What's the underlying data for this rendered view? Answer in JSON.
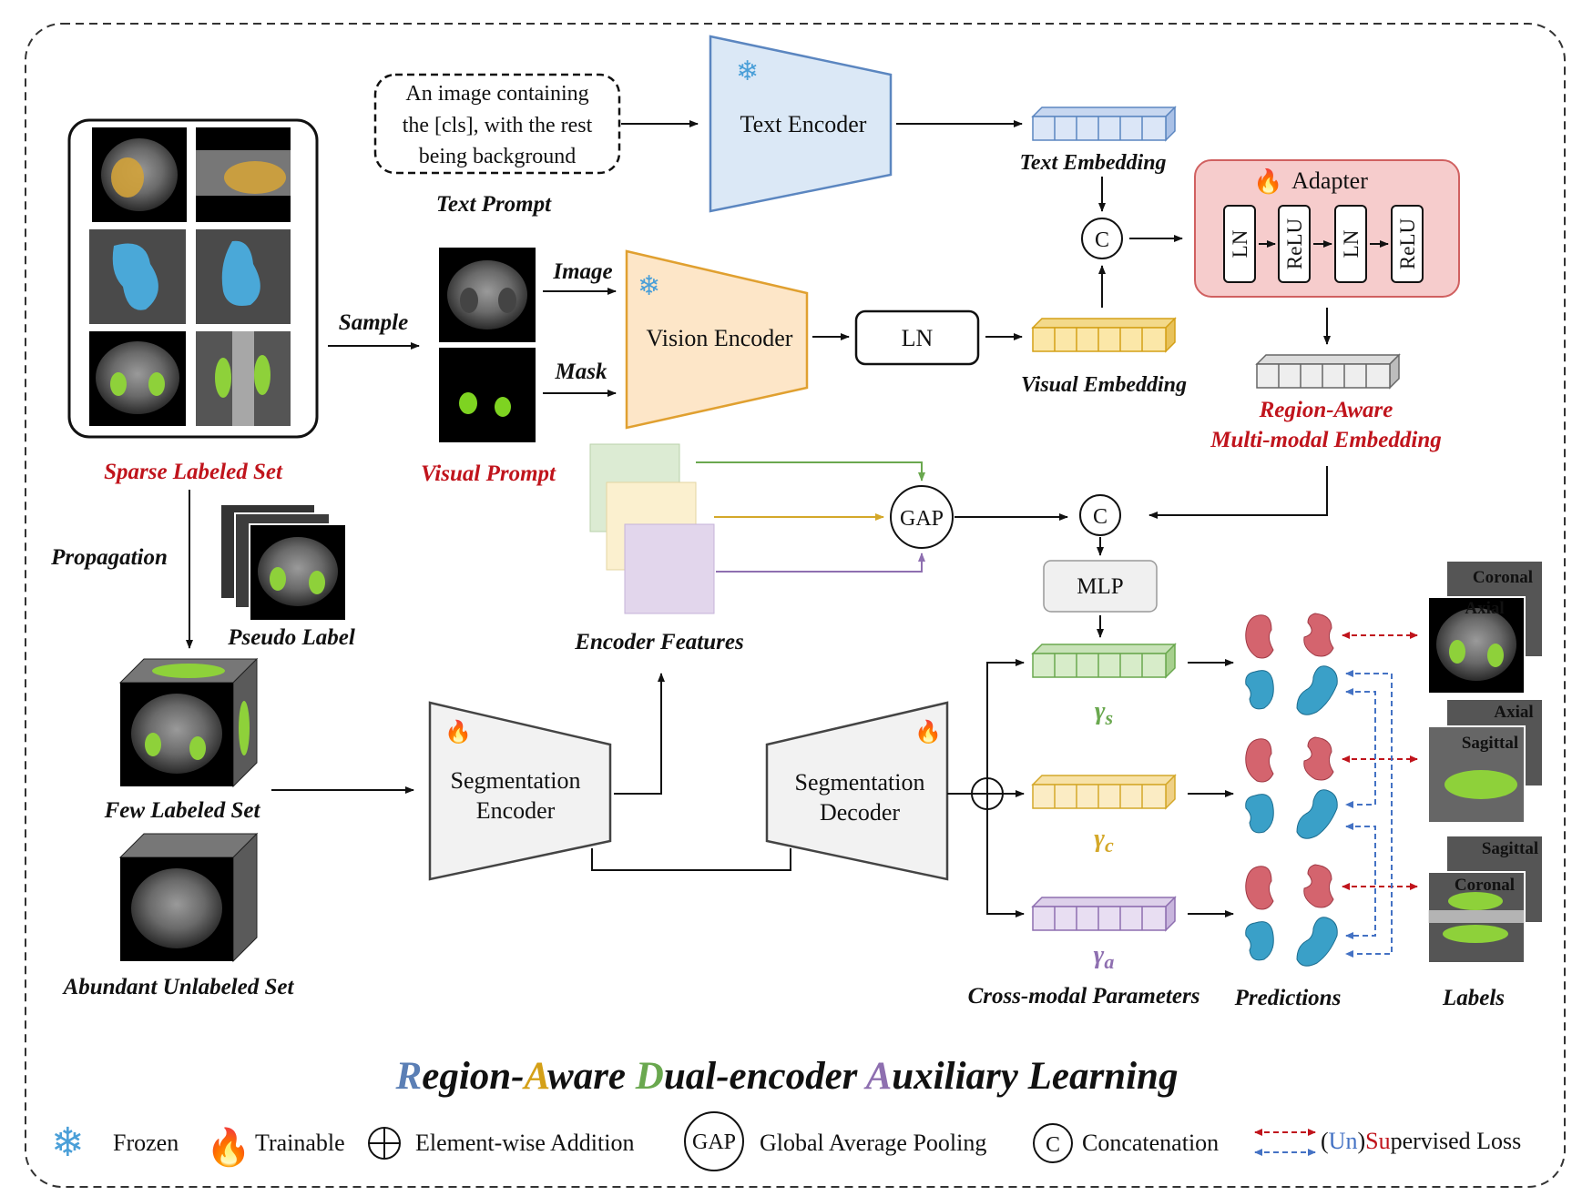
{
  "text_prompt": {
    "lines": [
      "An image containing",
      "the [cls], with the rest",
      "being background"
    ],
    "caption": "Text Prompt"
  },
  "text_encoder": "Text Encoder",
  "text_embedding": "Text Embedding",
  "adapter": {
    "title": "Adapter",
    "layers": [
      "LN",
      "ReLU",
      "LN",
      "ReLU"
    ]
  },
  "concat_symbol": "C",
  "region_aware_embedding": [
    "Region-Aware",
    "Multi-modal Embedding"
  ],
  "sparse_labeled_set": "Sparse Labeled Set",
  "sample": "Sample",
  "image": "Image",
  "mask": "Mask",
  "visual_prompt": "Visual Prompt",
  "vision_encoder": "Vision Encoder",
  "ln": "LN",
  "visual_embedding": "Visual Embedding",
  "gap": "GAP",
  "encoder_features": "Encoder Features",
  "mlp": "MLP",
  "propagation": "Propagation",
  "pseudo_label": "Pseudo Label",
  "few_labeled_set": "Few Labeled Set",
  "abundant_unlabeled_set": "Abundant Unlabeled Set",
  "segmentation_encoder": [
    "Segmentation",
    "Encoder"
  ],
  "segmentation_decoder": [
    "Segmentation",
    "Decoder"
  ],
  "params": [
    {
      "symbol": "γ",
      "sub": "s",
      "color": "#6aa84f"
    },
    {
      "symbol": "γ",
      "sub": "c",
      "color": "#d4a82a"
    },
    {
      "symbol": "γ",
      "sub": "a",
      "color": "#8e6fb0"
    }
  ],
  "cross_modal_parameters": "Cross-modal Parameters",
  "predictions": "Predictions",
  "labels": "Labels",
  "label_views": [
    [
      "Coronal",
      "Axial"
    ],
    [
      "Axial",
      "Sagittal"
    ],
    [
      "Sagittal",
      "Coronal"
    ]
  ],
  "main_title": [
    {
      "text": "R",
      "color": "#5b7fb5"
    },
    {
      "text": "egion-",
      "color": "#111111"
    },
    {
      "text": "A",
      "color": "#d4a017"
    },
    {
      "text": "ware ",
      "color": "#111111"
    },
    {
      "text": "D",
      "color": "#6aa84f"
    },
    {
      "text": "ual-encoder ",
      "color": "#111111"
    },
    {
      "text": "A",
      "color": "#8e6fb0"
    },
    {
      "text": "uxiliary Learning",
      "color": "#111111"
    }
  ],
  "legend": {
    "frozen": "Frozen",
    "trainable": "Trainable",
    "addition": "Element-wise Addition",
    "gap_symbol": "GAP",
    "gap": "Global Average Pooling",
    "concat_symbol": "C",
    "concat": "Concatenation",
    "loss_un": "Un",
    "loss_su": "Su",
    "loss_rest": "pervised Loss"
  },
  "colors": {
    "green": "#6aa84f",
    "yellow": "#d4a82a",
    "purple": "#8e6fb0",
    "red": "#c0141c",
    "blue": "#4472c4",
    "frozen": "#4a9fd8",
    "fire": "#f05a1a"
  }
}
